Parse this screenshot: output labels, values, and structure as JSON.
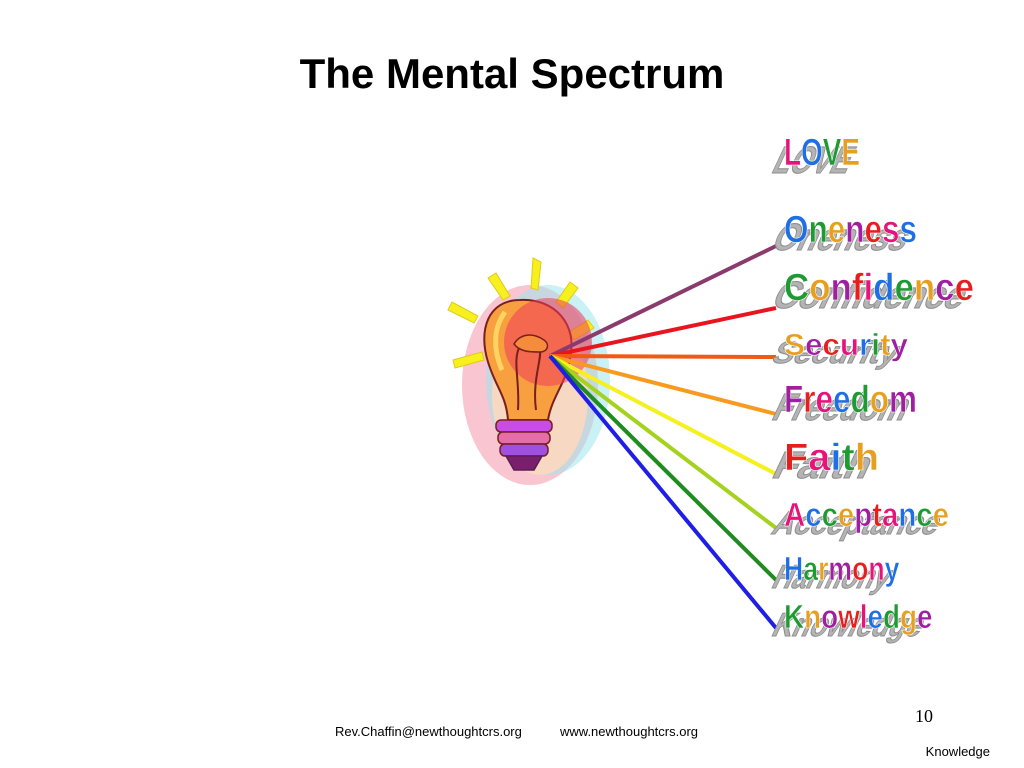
{
  "slide": {
    "title": "The Mental Spectrum",
    "footer_email": "Rev.Chaffin@newthoughtcrs.org",
    "footer_url": "www.newthoughtcrs.org",
    "page_number": "10",
    "corner_label": "Knowledge"
  },
  "spectrum": {
    "words": [
      {
        "id": "love",
        "text": "LOVE",
        "ray_color": null
      },
      {
        "id": "oneness",
        "text": "Oneness",
        "ray_color": "#8b3a6e"
      },
      {
        "id": "confidence",
        "text": "Confidence",
        "ray_color": "#e8141e"
      },
      {
        "id": "security",
        "text": "Security",
        "ray_color": "#f05a14"
      },
      {
        "id": "freedom",
        "text": "Freedom",
        "ray_color": "#f79a1e"
      },
      {
        "id": "faith",
        "text": "Faith",
        "ray_color": "#f5f01e"
      },
      {
        "id": "acceptance",
        "text": "Acceptance",
        "ray_color": "#a5d21e"
      },
      {
        "id": "harmony",
        "text": "Harmony",
        "ray_color": "#1e8c1e"
      },
      {
        "id": "knowledge",
        "text": "Knowledge",
        "ray_color": "#1e1ee6"
      }
    ],
    "letter_colors": [
      "#e6147a",
      "#1e6ee6",
      "#1e9a32",
      "#e6a01e",
      "#a01ea0",
      "#e61e1e"
    ]
  },
  "bulb": {
    "icon": "lightbulb-icon"
  }
}
